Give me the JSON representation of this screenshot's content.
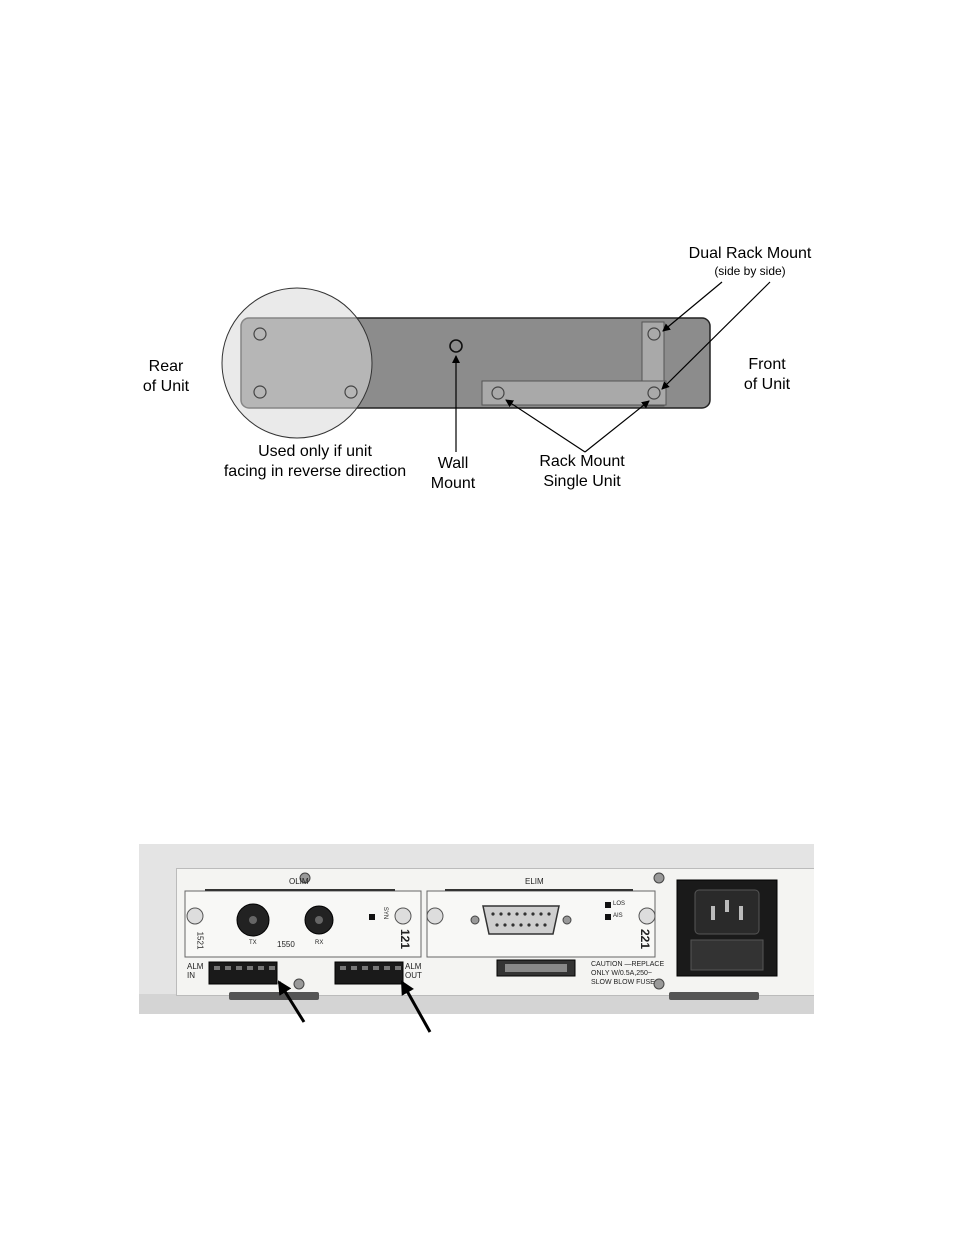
{
  "mount_diagram": {
    "labels": {
      "rear_line1": "Rear",
      "rear_line2": "of Unit",
      "front_line1": "Front",
      "front_line2": "of Unit",
      "dual_rack_title": "Dual Rack Mount",
      "dual_rack_sub": "(side by side)",
      "reverse_line1": "Used only if unit",
      "reverse_line2": "facing in reverse direction",
      "wall_line1": "Wall",
      "wall_line2": "Mount",
      "rack_single_line1": "Rack Mount",
      "rack_single_line2": "Single Unit"
    }
  },
  "rear_panel_photo": {
    "olim": {
      "title": "OLIM",
      "side_code": "1521",
      "wavelength": "1550",
      "tx": "TX",
      "rx": "RX",
      "led": "SYN",
      "number": "121"
    },
    "elim": {
      "title": "ELIM",
      "led1": "LOS",
      "led2": "AIS",
      "number": "221"
    },
    "alarm_in_line1": "ALM",
    "alarm_in_line2": "IN",
    "alarm_out_line1": "ALM",
    "alarm_out_line2": "OUT",
    "caution_line1": "CAUTION —REPLACE",
    "caution_line2": "ONLY  W/0.5A,250~",
    "caution_line3": "SLOW  BLOW  FUSE"
  }
}
